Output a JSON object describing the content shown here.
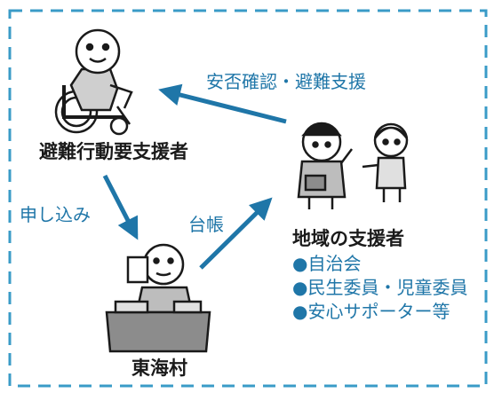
{
  "colors": {
    "border": "#3a9bc7",
    "arrow": "#1f76a8",
    "text": "#1a1a1a",
    "accent": "#1f76a8"
  },
  "nodes": {
    "wheelchair_person": {
      "label": "避難行動要支援者",
      "icon": "wheelchair-person-illustration"
    },
    "village": {
      "label": "東海村",
      "icon": "office-worker-illustration"
    },
    "supporters": {
      "label": "地域の支援者",
      "icon": "supporters-pair-illustration",
      "items": [
        "自治会",
        "民生委員・児童委員",
        "安心サポーター等"
      ],
      "bullet": "●"
    }
  },
  "edges": {
    "apply": {
      "label": "申し込み"
    },
    "ledger": {
      "label": "台帳"
    },
    "confirm": {
      "label": "安否確認・避難支援"
    }
  }
}
